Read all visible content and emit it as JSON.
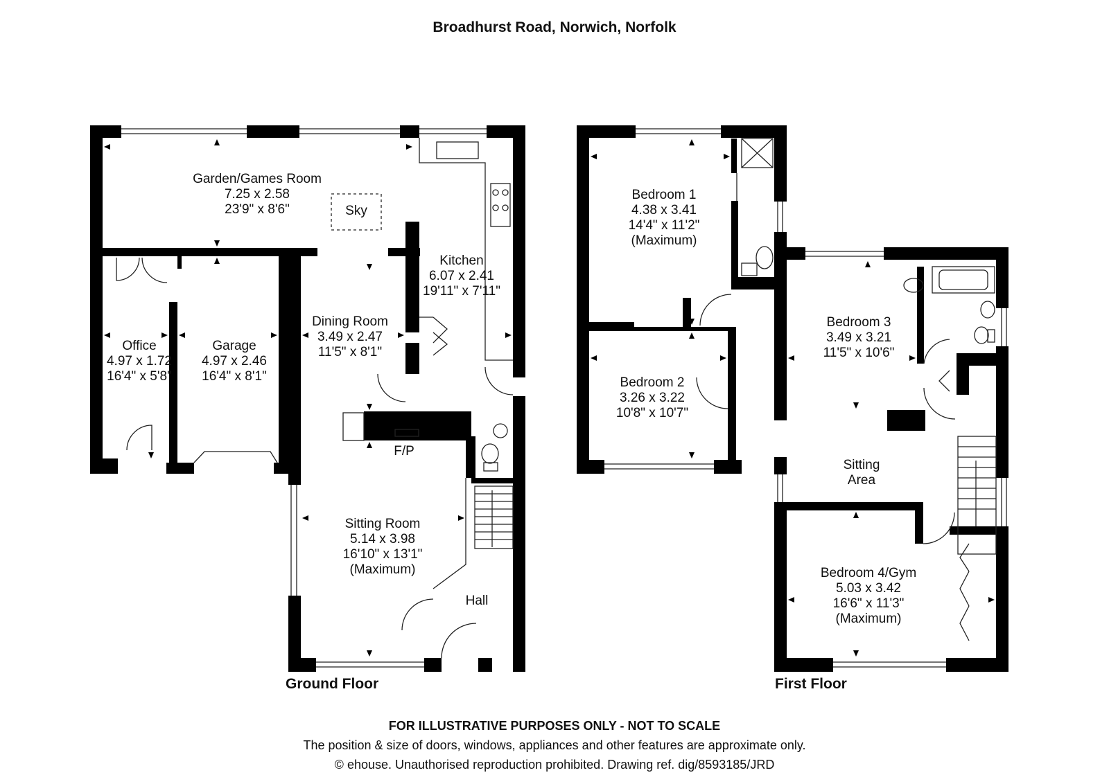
{
  "title": "Broadhurst Road, Norwich, Norfolk",
  "floors": {
    "ground": "Ground Floor",
    "first": "First Floor"
  },
  "rooms": {
    "games": {
      "name": "Garden/Games Room",
      "metric": "7.25 x 2.58",
      "imperial": "23'9\" x 8'6\""
    },
    "sky": "Sky",
    "kitchen": {
      "name": "Kitchen",
      "metric": "6.07 x 2.41",
      "imperial": "19'11\" x 7'11\""
    },
    "dining": {
      "name": "Dining Room",
      "metric": "3.49 x 2.47",
      "imperial": "11'5\" x 8'1\""
    },
    "office": {
      "name": "Office",
      "metric": "4.97 x 1.72",
      "imperial": "16'4\" x 5'8\""
    },
    "garage": {
      "name": "Garage",
      "metric": "4.97 x 2.46",
      "imperial": "16'4\" x 8'1\""
    },
    "fp": "F/P",
    "sitting": {
      "name": "Sitting Room",
      "metric": "5.14 x 3.98",
      "imperial": "16'10\" x 13'1\"",
      "note": "(Maximum)"
    },
    "hall": "Hall",
    "bed1": {
      "name": "Bedroom 1",
      "metric": "4.38 x 3.41",
      "imperial": "14'4\" x 11'2\"",
      "note": "(Maximum)"
    },
    "bed2": {
      "name": "Bedroom 2",
      "metric": "3.26 x 3.22",
      "imperial": "10'8\" x 10'7\""
    },
    "bed3": {
      "name": "Bedroom 3",
      "metric": "3.49 x 3.21",
      "imperial": "11'5\" x 10'6\""
    },
    "sittingArea": {
      "line1": "Sitting",
      "line2": "Area"
    },
    "bed4": {
      "name": "Bedroom 4/Gym",
      "metric": "5.03 x 3.42",
      "imperial": "16'6\" x 11'3\"",
      "note": "(Maximum)"
    }
  },
  "footer": {
    "line1": "FOR ILLUSTRATIVE PURPOSES ONLY - NOT TO SCALE",
    "line2": "The position & size of doors, windows, appliances and other features are approximate only.",
    "line3": "© ehouse. Unauthorised reproduction prohibited. Drawing ref. dig/8593185/JRD"
  },
  "colors": {
    "wall": "#000000",
    "line": "#222222"
  }
}
